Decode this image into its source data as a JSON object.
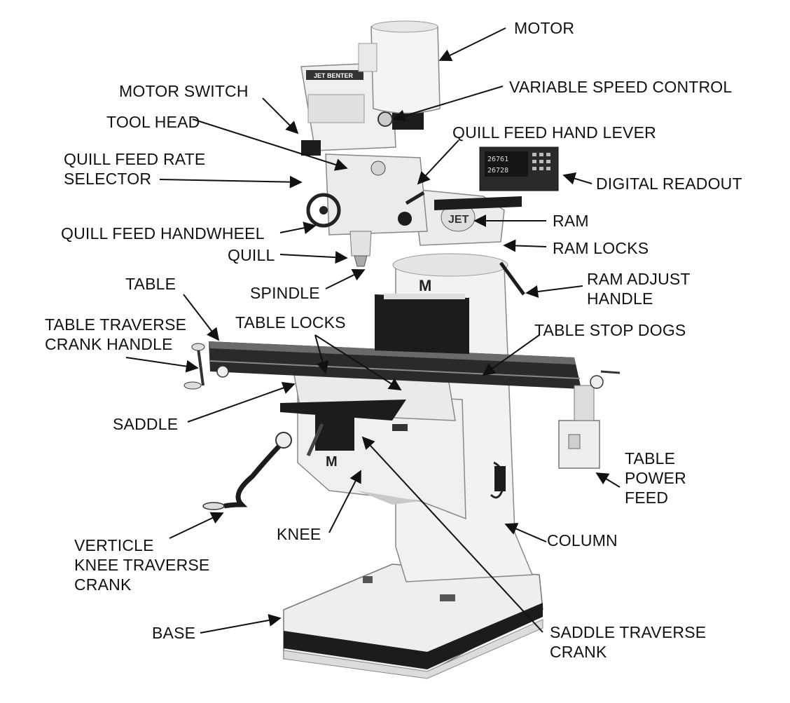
{
  "colors": {
    "body": "#f1f1f1",
    "shade": "#d6d6d6",
    "dark": "#1c1c1c",
    "line": "#111111"
  },
  "brand": {
    "head_plate": "JET BENTER",
    "ram_badge": "JET",
    "knee_badge": "M",
    "column_badge": "M"
  },
  "readout": {
    "line1": "26761",
    "line2": "26728"
  },
  "labels": {
    "motor": "MOTOR",
    "motor_switch": "MOTOR SWITCH",
    "variable_speed_control": "VARIABLE SPEED CONTROL",
    "tool_head": "TOOL HEAD",
    "quill_feed_hand_lever": "QUILL FEED HAND LEVER",
    "quill_feed_rate_selector": "QUILL FEED RATE\nSELECTOR",
    "digital_readout": "DIGITAL READOUT",
    "quill_feed_handwheel": "QUILL FEED HANDWHEEL",
    "ram": "RAM",
    "quill": "QUILL",
    "ram_locks": "RAM LOCKS",
    "table": "TABLE",
    "spindle": "SPINDLE",
    "ram_adjust_handle": "RAM ADJUST\nHANDLE",
    "table_traverse_crank_handle": "TABLE TRAVERSE\nCRANK HANDLE",
    "table_locks": "TABLE LOCKS",
    "table_stop_dogs": "TABLE STOP DOGS",
    "saddle": "SADDLE",
    "table_power_feed": "TABLE\nPOWER\nFEED",
    "knee": "KNEE",
    "column": "COLUMN",
    "verticle_knee_traverse_crank": "VERTICLE\nKNEE TRAVERSE\nCRANK",
    "base": "BASE",
    "saddle_traverse_crank": "SADDLE TRAVERSE\nCRANK"
  }
}
